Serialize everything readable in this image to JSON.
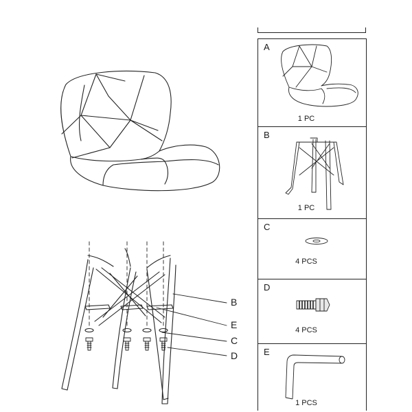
{
  "parts": [
    {
      "letter": "A",
      "qty": "1 PC",
      "icon": "seat-shell-icon"
    },
    {
      "letter": "B",
      "qty": "1 PC",
      "icon": "wooden-leg-base-icon"
    },
    {
      "letter": "C",
      "qty": "4 PCS",
      "icon": "washer-icon"
    },
    {
      "letter": "D",
      "qty": "4 PCS",
      "icon": "bolt-icon"
    },
    {
      "letter": "E",
      "qty": "1 PCS",
      "icon": "allen-key-icon"
    }
  ],
  "callouts": {
    "b": "B",
    "e": "E",
    "c": "C",
    "d": "D"
  }
}
